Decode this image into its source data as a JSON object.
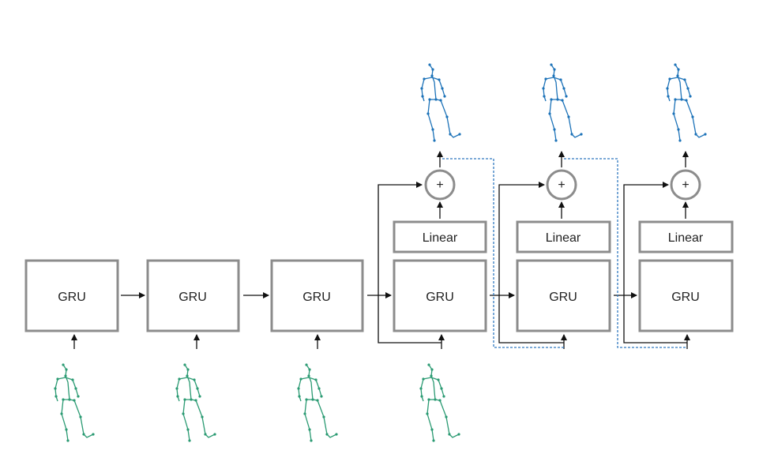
{
  "colors": {
    "box_stroke": "#8c8c8c",
    "arrow": "#111111",
    "dotted": "#2f78bf",
    "input_pose": "#2a9a72",
    "output_pose": "#1c72b8"
  },
  "labels": {
    "gru": "GRU",
    "linear": "Linear",
    "plus": "+"
  },
  "encoder": {
    "gru_labels": [
      "GRU",
      "GRU",
      "GRU"
    ]
  },
  "decoder": {
    "gru_labels": [
      "GRU",
      "GRU",
      "GRU"
    ],
    "linear_labels": [
      "Linear",
      "Linear",
      "Linear"
    ],
    "plus_labels": [
      "+",
      "+",
      "+"
    ]
  },
  "icons": {
    "input_pose": "green-skeleton-icon",
    "output_pose": "blue-skeleton-icon"
  }
}
